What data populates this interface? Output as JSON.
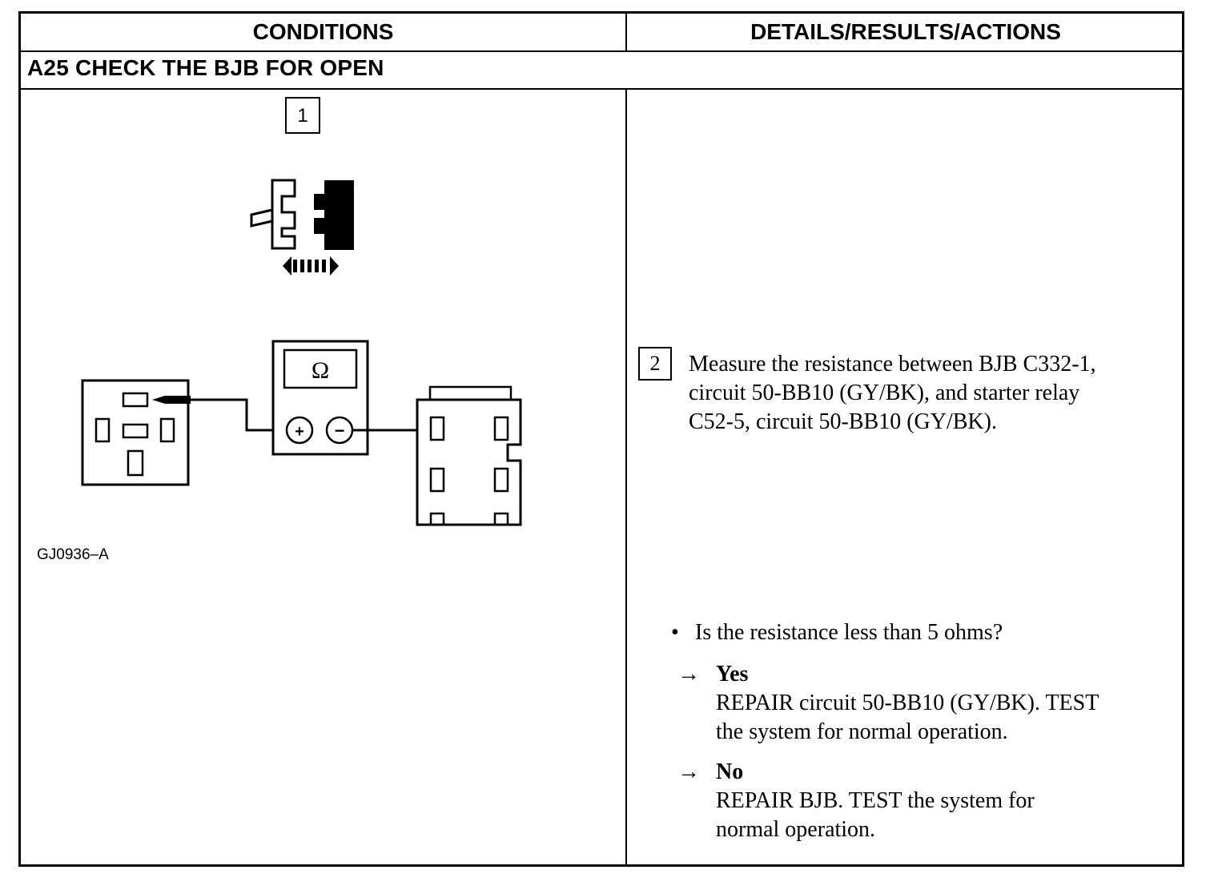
{
  "table": {
    "header_left": "CONDITIONS",
    "header_right": "DETAILS/RESULTS/ACTIONS",
    "step_title": "A25 CHECK THE BJB FOR OPEN"
  },
  "figure": {
    "step1_number": "1",
    "ohm_symbol": "Ω",
    "plus_symbol": "+",
    "minus_symbol": "−",
    "figure_id": "GJ0936–A"
  },
  "details": {
    "step2_number": "2",
    "measure_line1": "Measure the resistance between BJB C332-1,",
    "measure_line2": "circuit 50-BB10 (GY/BK), and starter relay",
    "measure_line3": "C52-5, circuit 50-BB10 (GY/BK).",
    "bullet_symbol": "•",
    "question": "Is the resistance less than 5 ohms?",
    "arrow_symbol": "→",
    "yes_label": "Yes",
    "yes_line1": "REPAIR circuit 50-BB10 (GY/BK). TEST",
    "yes_line2": "the system for normal operation.",
    "no_label": "No",
    "no_line1": "REPAIR BJB. TEST the system for",
    "no_line2": "normal operation."
  }
}
